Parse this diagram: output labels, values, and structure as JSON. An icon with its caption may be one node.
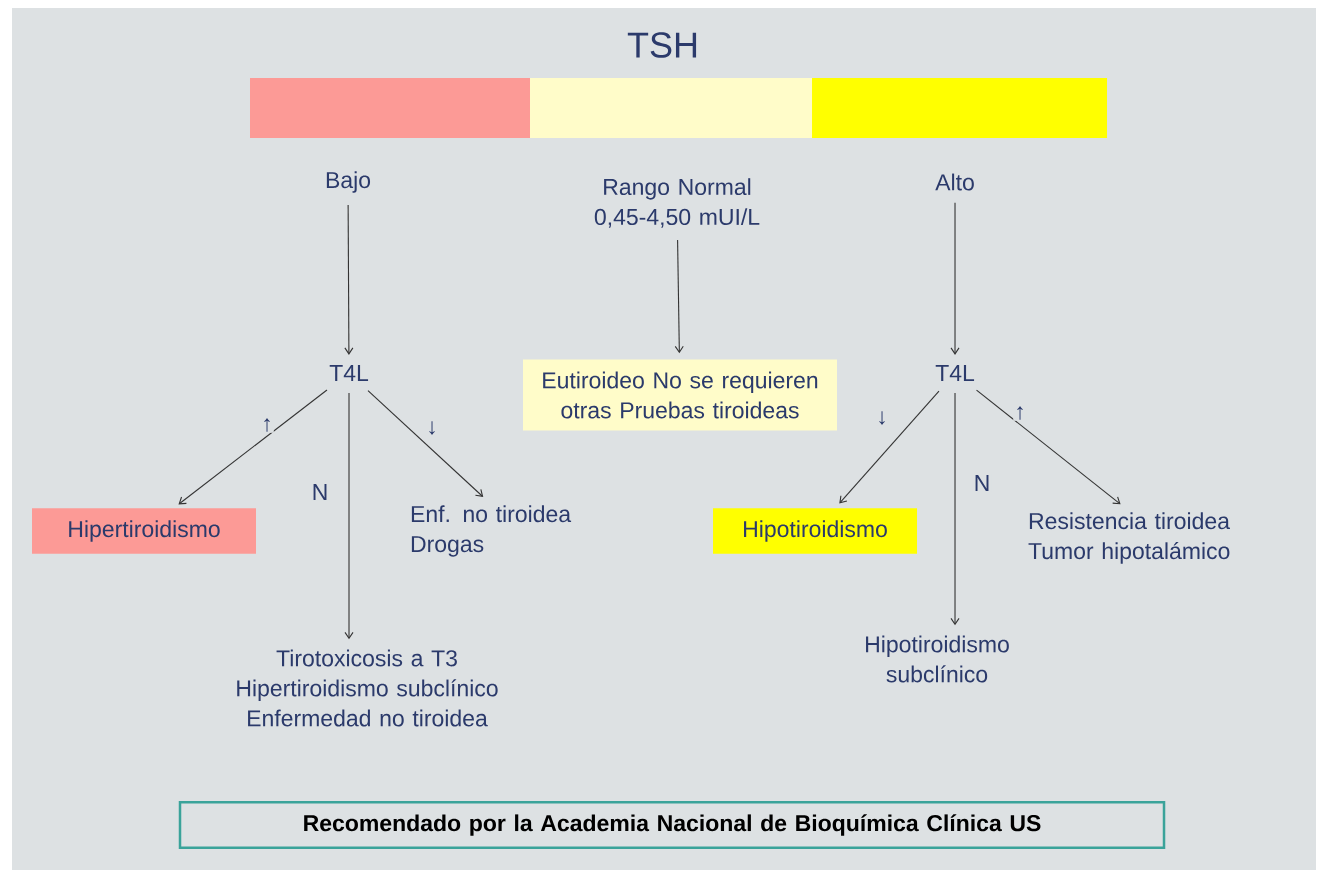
{
  "diagram": {
    "title": "TSH",
    "nodes": [
      {
        "text": [
          "Bajo"
        ]
      },
      {
        "text": [
          "Rango Normal 0,45-4,50 mUI/L"
        ]
      },
      {
        "text": [
          "Alto"
        ]
      },
      {
        "text": [
          "T4L"
        ]
      },
      {
        "text": [
          "Eutiroideo No se requieren otras Pruebas tiroideas"
        ]
      },
      {
        "text": [
          "T4L"
        ]
      },
      {
        "text": [
          "Hipertiroidismo"
        ]
      },
      {
        "text": [
          "Enf. no tiroidea Drogas"
        ]
      },
      {
        "text": [
          "Tirotoxicosis a T3 Hipertiroidismo subclínico Enfermedad no tiroidea"
        ]
      },
      {
        "text": [
          "Hipotiroidismo"
        ]
      },
      {
        "text": [
          "Resistencia tiroidea Tumor hipotalámico"
        ]
      },
      {
        "text": [
          "Hipotiroidismo subclínico"
        ]
      },
      {
        "text": [
          "Recomendado por la Academia Nacional de Bioquímica Clínica US"
        ]
      }
    ],
    "edges": [
      {
        "from": 0,
        "to": 3,
        "arrow": "to"
      },
      {
        "from": 1,
        "to": 4,
        "arrow": "to"
      },
      {
        "from": 2,
        "to": 5,
        "arrow": "to"
      },
      {
        "from": 3,
        "to": 6,
        "arrow": "to",
        "label": "↑"
      },
      {
        "from": 3,
        "to": 8,
        "arrow": "to",
        "label": "N"
      },
      {
        "from": 3,
        "to": 7,
        "arrow": "to",
        "label": "↓"
      },
      {
        "from": 5,
        "to": 9,
        "arrow": "to",
        "label": "↓"
      },
      {
        "from": 5,
        "to": 11,
        "arrow": "to",
        "label": "N"
      },
      {
        "from": 5,
        "to": 10,
        "arrow": "to",
        "label": "↑"
      }
    ]
  }
}
